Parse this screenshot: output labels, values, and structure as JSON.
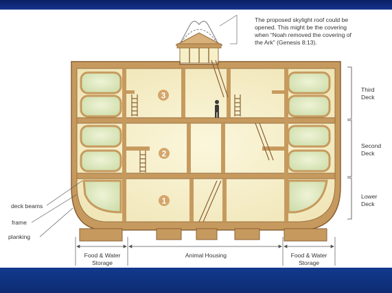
{
  "caption": {
    "line1": "The proposed skylight roof could be",
    "line2": "opened. This might be the covering",
    "line3": "when “Noah removed the covering of",
    "line4": "the Ark” (Genesis 8:13)."
  },
  "decks": {
    "third": {
      "number": "3",
      "label1": "Third",
      "label2": "Deck"
    },
    "second": {
      "number": "2",
      "label1": "Second",
      "label2": "Deck"
    },
    "lower": {
      "number": "1",
      "label1": "Lower",
      "label2": "Deck"
    }
  },
  "callouts": {
    "deck_beams": "deck beams",
    "frame": "frame",
    "planking": "planking"
  },
  "bottom_labels": {
    "storage_left_1": "Food & Water",
    "storage_left_2": "Storage",
    "animal_housing": "Animal Housing",
    "storage_right_1": "Food & Water",
    "storage_right_2": "Storage"
  },
  "colors": {
    "wood": "#c69a5e",
    "wood_dark": "#9a7040",
    "interior": "#f6f0c8",
    "green_room": "#dfe9c2",
    "band": "#0d2b73",
    "number_circle": "#d4a56a"
  }
}
